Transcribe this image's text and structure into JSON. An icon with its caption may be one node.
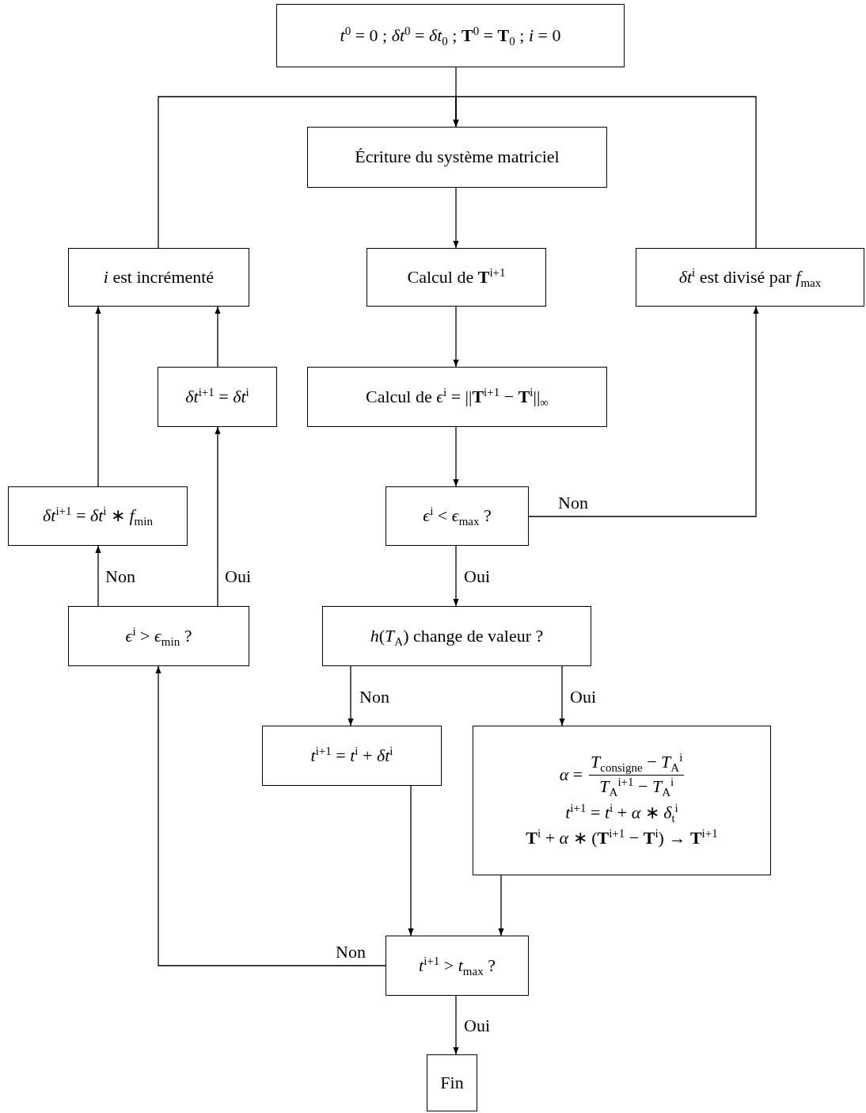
{
  "diagram": {
    "nodes": [
      {
        "text": [
          "*t*$^{0}$ = 0 ; *δt*$^{0}$ = *δt*$_{0}$ ; **T**$^{0}$ = **T**$_{0}$ ; *i* = 0"
        ]
      },
      {
        "text": [
          "Écriture du système matriciel"
        ]
      },
      {
        "text": [
          "*i* est incrémenté"
        ]
      },
      {
        "text": [
          "Calcul de **T**$^{i+1}$"
        ]
      },
      {
        "text": [
          "*δt*$^{i}$ est divisé par *f*$_{max}$"
        ]
      },
      {
        "text": [
          "*δt*$^{i+1}$ = *δt*$^{i}$"
        ]
      },
      {
        "text": [
          "Calcul de *ϵ*$^{i}$ = ||**T**$^{i+1}$ − **T**$^{i}$||$_{∞}$"
        ]
      },
      {
        "text": [
          "*δt*$^{i+1}$ = *δt*$^{i}$ ∗ *f*$_{min}$"
        ]
      },
      {
        "text": [
          "*ϵ*$^{i}$ < *ϵ*$_{max}$ ?"
        ]
      },
      {
        "text": [
          "*ϵ*$^{i}$ > *ϵ*$_{min}$ ?"
        ]
      },
      {
        "text": [
          "*h*(*T*$_{A}$) change de valeur ?"
        ]
      },
      {
        "text": [
          "*t*$^{i+1}$ = *t*$^{i}$ + *δt*$^{i}$"
        ]
      },
      {
        "text": [
          "*α* =",
          "*T*$_{consigne}$ − *T*$_{A}$$^{i}$",
          "*T*$_{A}$$^{i+1}$ − *T*$_{A}$$^{i}$",
          "*t*$^{i+1}$ = *t*$^{i}$ + *α* ∗ *δ*$_{t}$$^{i}$",
          "**T**$^{i}$ + *α* ∗ (**T**$^{i+1}$ − **T**$^{i}$) → **T**$^{i+1}$"
        ]
      },
      {
        "text": [
          "*t*$^{i+1}$ > *t*$_{max}$ ?"
        ]
      },
      {
        "text": [
          "Fin"
        ]
      }
    ],
    "edges": [
      {
        "from": 0,
        "to": 1,
        "arrow": "to"
      },
      {
        "from": 2,
        "to": 1,
        "arrow": "to"
      },
      {
        "from": 4,
        "to": 1,
        "arrow": "to"
      },
      {
        "from": 1,
        "to": 3,
        "arrow": "to"
      },
      {
        "from": 3,
        "to": 6,
        "arrow": "to"
      },
      {
        "from": 6,
        "to": 8,
        "arrow": "to"
      },
      {
        "from": 8,
        "to": 4,
        "arrow": "to",
        "label": "Non"
      },
      {
        "from": 8,
        "to": 10,
        "arrow": "to",
        "label": "Oui"
      },
      {
        "from": 10,
        "to": 11,
        "arrow": "to",
        "label": "Non"
      },
      {
        "from": 10,
        "to": 12,
        "arrow": "to",
        "label": "Oui"
      },
      {
        "from": 11,
        "to": 13,
        "arrow": "to"
      },
      {
        "from": 12,
        "to": 13,
        "arrow": "to"
      },
      {
        "from": 13,
        "to": 9,
        "arrow": "to",
        "label": "Non"
      },
      {
        "from": 13,
        "to": 14,
        "arrow": "to",
        "label": "Oui"
      },
      {
        "from": 9,
        "to": 7,
        "arrow": "to",
        "label": "Non"
      },
      {
        "from": 9,
        "to": 5,
        "arrow": "to",
        "label": "Oui"
      },
      {
        "from": 7,
        "to": 2,
        "arrow": "to"
      },
      {
        "from": 5,
        "to": 2,
        "arrow": "to"
      }
    ]
  }
}
